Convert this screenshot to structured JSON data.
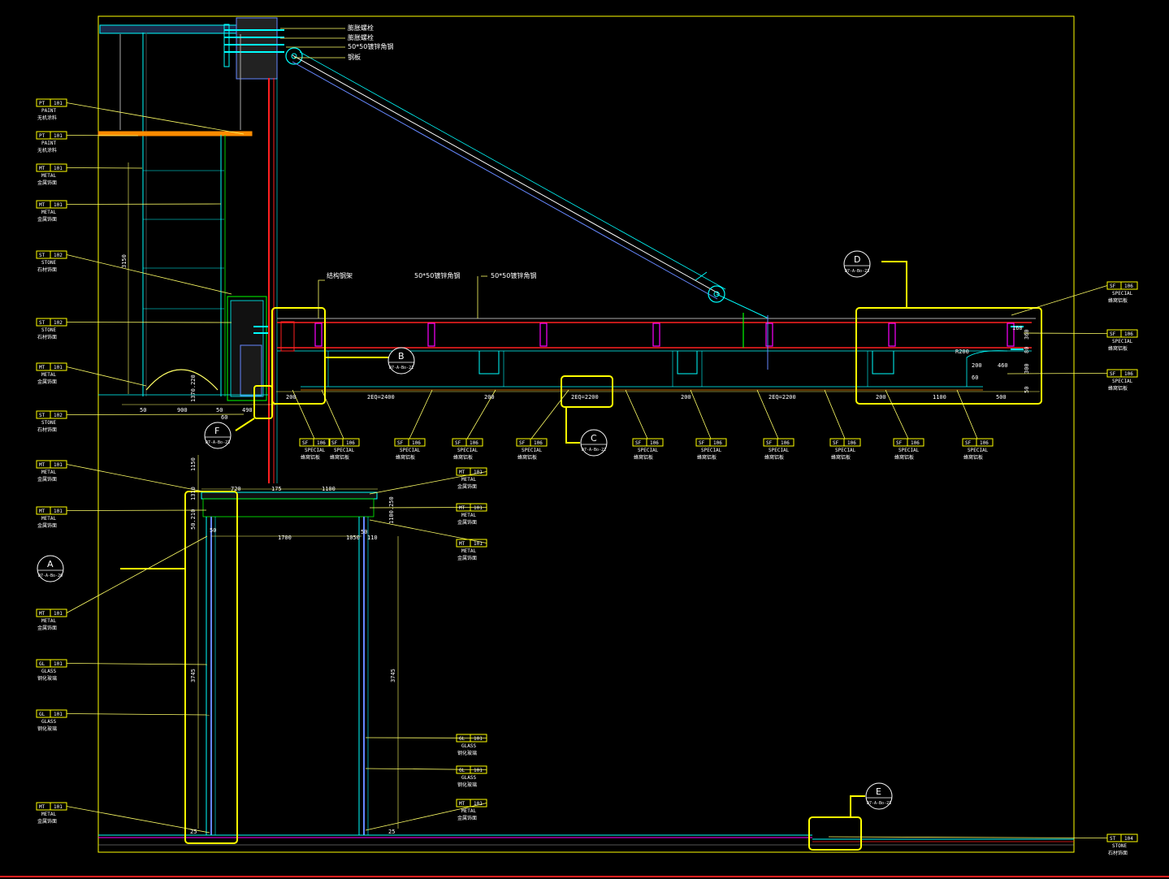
{
  "theme": {
    "background": "#000000",
    "frame": "#ffff00",
    "cyan": "#00ffff",
    "red": "#ff2020",
    "magenta": "#ff00ff",
    "green": "#00ff00",
    "white": "#ffffff",
    "orange": "#ff8c00"
  },
  "top_notes": [
    "膨胀螺栓",
    "膨胀螺栓",
    "50*50镀锌角钢",
    "钢板"
  ],
  "beam_notes": {
    "structure": "结构钢架",
    "angle_1": "50*50镀锌角钢",
    "angle_2": "50*50镀锌角钢"
  },
  "left_tags": [
    {
      "code": "PT",
      "num": "101",
      "en": "PAINT",
      "cn": "无机涂料"
    },
    {
      "code": "PT",
      "num": "101",
      "en": "PAINT",
      "cn": "无机涂料"
    },
    {
      "code": "MT",
      "num": "101",
      "en": "METAL",
      "cn": "金属饰面"
    },
    {
      "code": "MT",
      "num": "101",
      "en": "METAL",
      "cn": "金属饰面"
    },
    {
      "code": "ST",
      "num": "102",
      "en": "STONE",
      "cn": "石材饰面"
    },
    {
      "code": "ST",
      "num": "102",
      "en": "STONE",
      "cn": "石材饰面"
    },
    {
      "code": "MT",
      "num": "101",
      "en": "METAL",
      "cn": "金属饰面"
    },
    {
      "code": "ST",
      "num": "102",
      "en": "STONE",
      "cn": "石材饰面"
    },
    {
      "code": "MT",
      "num": "101",
      "en": "METAL",
      "cn": "金属饰面"
    },
    {
      "code": "MT",
      "num": "101",
      "en": "METAL",
      "cn": "金属饰面"
    },
    {
      "code": "MT",
      "num": "101",
      "en": "METAL",
      "cn": "金属饰面"
    },
    {
      "code": "GL",
      "num": "101",
      "en": "GLASS",
      "cn": "钢化玻璃"
    },
    {
      "code": "GL",
      "num": "101",
      "en": "GLASS",
      "cn": "钢化玻璃"
    },
    {
      "code": "MT",
      "num": "101",
      "en": "METAL",
      "cn": "金属饰面"
    }
  ],
  "mid_tags": [
    {
      "code": "MT",
      "num": "101",
      "en": "METAL",
      "cn": "金属饰面"
    },
    {
      "code": "MT",
      "num": "101",
      "en": "METAL",
      "cn": "金属饰面"
    },
    {
      "code": "MT",
      "num": "101",
      "en": "METAL",
      "cn": "金属饰面"
    },
    {
      "code": "GL",
      "num": "101",
      "en": "GLASS",
      "cn": "钢化玻璃"
    },
    {
      "code": "GL",
      "num": "101",
      "en": "GLASS",
      "cn": "钢化玻璃"
    },
    {
      "code": "MT",
      "num": "101",
      "en": "METAL",
      "cn": "金属饰面"
    }
  ],
  "right_tags": [
    {
      "code": "SF",
      "num": "106",
      "en": "SPECIAL",
      "cn": "蜂窝铝板"
    },
    {
      "code": "SF",
      "num": "106",
      "en": "SPECIAL",
      "cn": "蜂窝铝板"
    },
    {
      "code": "SF",
      "num": "106",
      "en": "SPECIAL",
      "cn": "蜂窝铝板"
    },
    {
      "code": "ST",
      "num": "104",
      "en": "STONE",
      "cn": "石材饰面"
    }
  ],
  "ceiling_tags": [
    {
      "code": "SF",
      "num": "106",
      "en": "SPECIAL",
      "cn": "蜂窝铝板"
    },
    {
      "code": "SF",
      "num": "106",
      "en": "SPECIAL",
      "cn": "蜂窝铝板"
    },
    {
      "code": "SF",
      "num": "106",
      "en": "SPECIAL",
      "cn": "蜂窝铝板"
    },
    {
      "code": "SF",
      "num": "106",
      "en": "SPECIAL",
      "cn": "蜂窝铝板"
    },
    {
      "code": "SF",
      "num": "106",
      "en": "SPECIAL",
      "cn": "蜂窝铝板"
    },
    {
      "code": "SF",
      "num": "106",
      "en": "SPECIAL",
      "cn": "蜂窝铝板"
    },
    {
      "code": "SF",
      "num": "106",
      "en": "SPECIAL",
      "cn": "蜂窝铝板"
    },
    {
      "code": "SF",
      "num": "106",
      "en": "SPECIAL",
      "cn": "蜂窝铝板"
    },
    {
      "code": "SF",
      "num": "106",
      "en": "SPECIAL",
      "cn": "蜂窝铝板"
    },
    {
      "code": "SF",
      "num": "106",
      "en": "SPECIAL",
      "cn": "蜂窝铝板"
    },
    {
      "code": "SF",
      "num": "106",
      "en": "SPECIAL",
      "cn": "蜂窝铝板"
    }
  ],
  "callouts": [
    {
      "letter": "A",
      "sheet": "D7-A-Bo-20"
    },
    {
      "letter": "B",
      "sheet": "D7-A-Bo-21"
    },
    {
      "letter": "C",
      "sheet": "D7-A-Bo-22"
    },
    {
      "letter": "D",
      "sheet": "D7-A-Bo-23"
    },
    {
      "letter": "E",
      "sheet": "D7-A-Bo-23"
    },
    {
      "letter": "F",
      "sheet": "D7-A-Bo-23"
    }
  ],
  "dims": {
    "ceiling": [
      "200",
      "2EQ=2400",
      "200",
      "2EQ=2200",
      "200",
      "2EQ=2200",
      "200",
      "1100",
      "500"
    ],
    "left_bottom": [
      "50",
      "900",
      "50",
      "490",
      "60"
    ],
    "right_stack": [
      "160",
      "360",
      "80",
      "300",
      "50"
    ],
    "right_misc": [
      "200",
      "460",
      "60",
      "R200"
    ],
    "left_height": "3150",
    "small_v": "1370.220",
    "door_top": [
      "1150",
      "1310",
      "720",
      "175",
      "1100",
      "1100.250"
    ],
    "door_mid": [
      "50.210",
      "1700",
      "50",
      "1050",
      "110",
      "50"
    ],
    "door_height_left": "3745",
    "door_height_right": "3745",
    "door_bottom": [
      "25",
      "25"
    ]
  }
}
